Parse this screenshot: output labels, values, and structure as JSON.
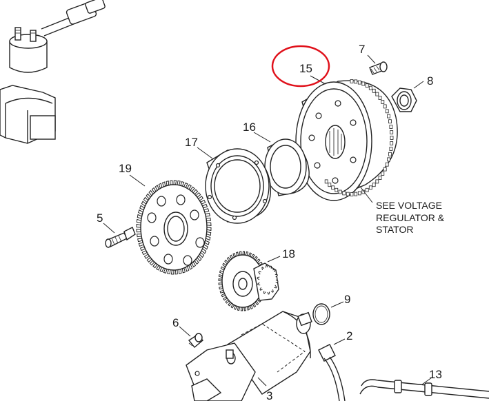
{
  "callouts": {
    "c2": "2",
    "c3": "3",
    "c5": "5",
    "c6": "6",
    "c7": "7",
    "c8": "8",
    "c9": "9",
    "c13": "13",
    "c15": "15",
    "c16": "16",
    "c17": "17",
    "c18": "18",
    "c19": "19"
  },
  "note": {
    "line1": "SEE VOLTAGE",
    "line2": "REGULATOR &",
    "line3": "STATOR"
  },
  "highlight_color": "#e0101a"
}
